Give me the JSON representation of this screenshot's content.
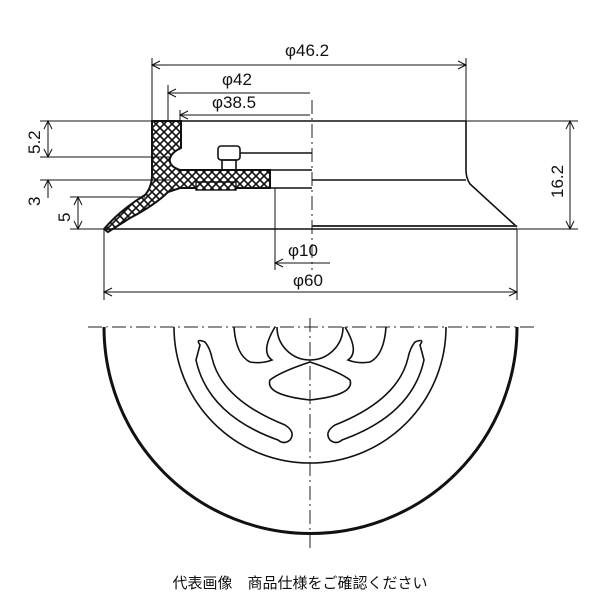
{
  "drawing": {
    "title": "Vacuum pad dimensional drawing",
    "dimensions": {
      "d46_2": "φ46.2",
      "d42": "φ42",
      "d38_5": "φ38.5",
      "d10": "φ10",
      "d60": "φ60",
      "h5_2": "5.2",
      "h3": "3",
      "h5": "5",
      "h16_2": "16.2"
    }
  },
  "caption": "代表画像　商品仕様をご確認ください"
}
